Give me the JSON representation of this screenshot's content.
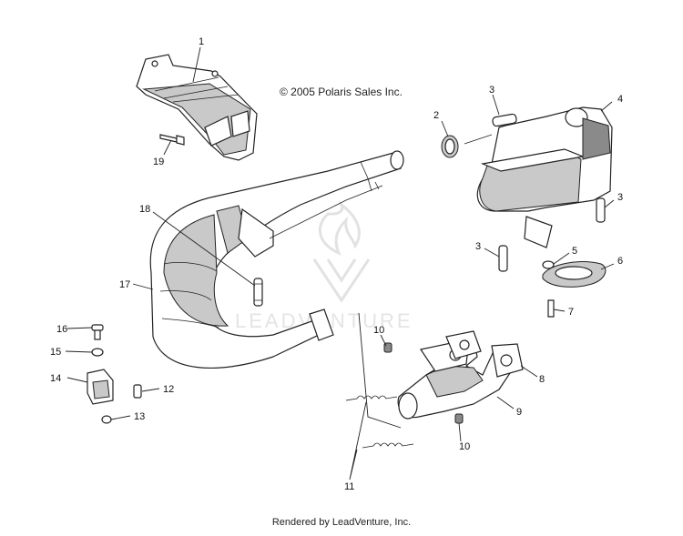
{
  "copyright": "© 2005 Polaris Sales Inc.",
  "footer": "Rendered by LeadVenture, Inc.",
  "watermark": "LEADVENTURE",
  "callouts": [
    {
      "id": "c1",
      "label": "1"
    },
    {
      "id": "c2",
      "label": "2"
    },
    {
      "id": "c3a",
      "label": "3"
    },
    {
      "id": "c3b",
      "label": "3"
    },
    {
      "id": "c3c",
      "label": "3"
    },
    {
      "id": "c4",
      "label": "4"
    },
    {
      "id": "c5",
      "label": "5"
    },
    {
      "id": "c6",
      "label": "6"
    },
    {
      "id": "c7",
      "label": "7"
    },
    {
      "id": "c8",
      "label": "8"
    },
    {
      "id": "c9",
      "label": "9"
    },
    {
      "id": "c10a",
      "label": "10"
    },
    {
      "id": "c10b",
      "label": "10"
    },
    {
      "id": "c11",
      "label": "11"
    },
    {
      "id": "c12",
      "label": "12"
    },
    {
      "id": "c13",
      "label": "13"
    },
    {
      "id": "c14",
      "label": "14"
    },
    {
      "id": "c15",
      "label": "15"
    },
    {
      "id": "c16",
      "label": "16"
    },
    {
      "id": "c17",
      "label": "17"
    },
    {
      "id": "c18",
      "label": "18"
    },
    {
      "id": "c19",
      "label": "19"
    }
  ]
}
